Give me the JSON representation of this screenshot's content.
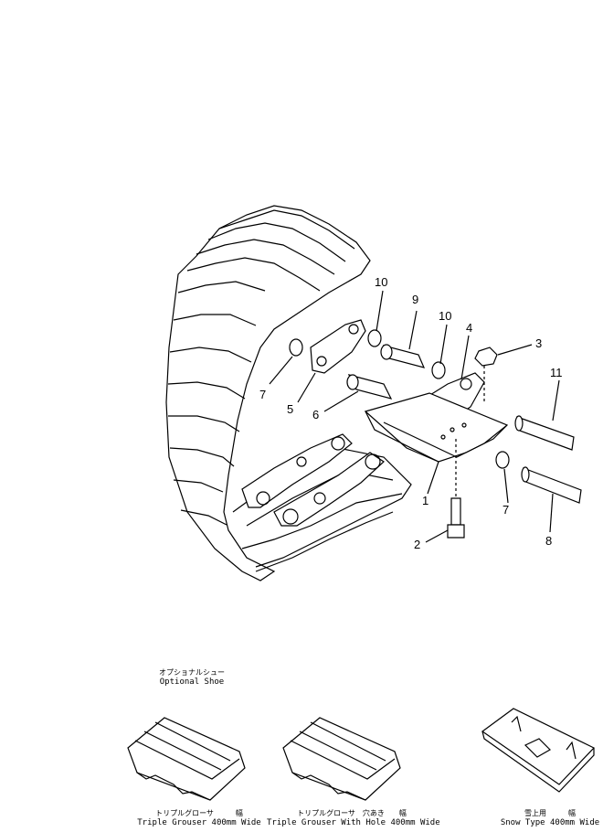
{
  "callouts": [
    {
      "id": "1",
      "text": "1"
    },
    {
      "id": "2",
      "text": "2"
    },
    {
      "id": "3",
      "text": "3"
    },
    {
      "id": "4",
      "text": "4"
    },
    {
      "id": "5",
      "text": "5"
    },
    {
      "id": "6",
      "text": "6"
    },
    {
      "id": "7a",
      "text": "7"
    },
    {
      "id": "7b",
      "text": "7"
    },
    {
      "id": "8",
      "text": "8"
    },
    {
      "id": "9",
      "text": "9"
    },
    {
      "id": "10a",
      "text": "10"
    },
    {
      "id": "10b",
      "text": "10"
    },
    {
      "id": "11",
      "text": "11"
    }
  ],
  "optional": {
    "jp": "オプショナルシュー",
    "en": "Optional Shoe"
  },
  "shoes": [
    {
      "jp": "トリプルグローサ　　　幅",
      "en": "Triple Grouser 400mm Wide"
    },
    {
      "jp": "トリプルグローサ　穴あき　　幅",
      "en": "Triple Grouser With Hole 400mm Wide"
    },
    {
      "jp": "雪上用　　　幅",
      "en": "Snow Type 400mm Wide"
    }
  ]
}
